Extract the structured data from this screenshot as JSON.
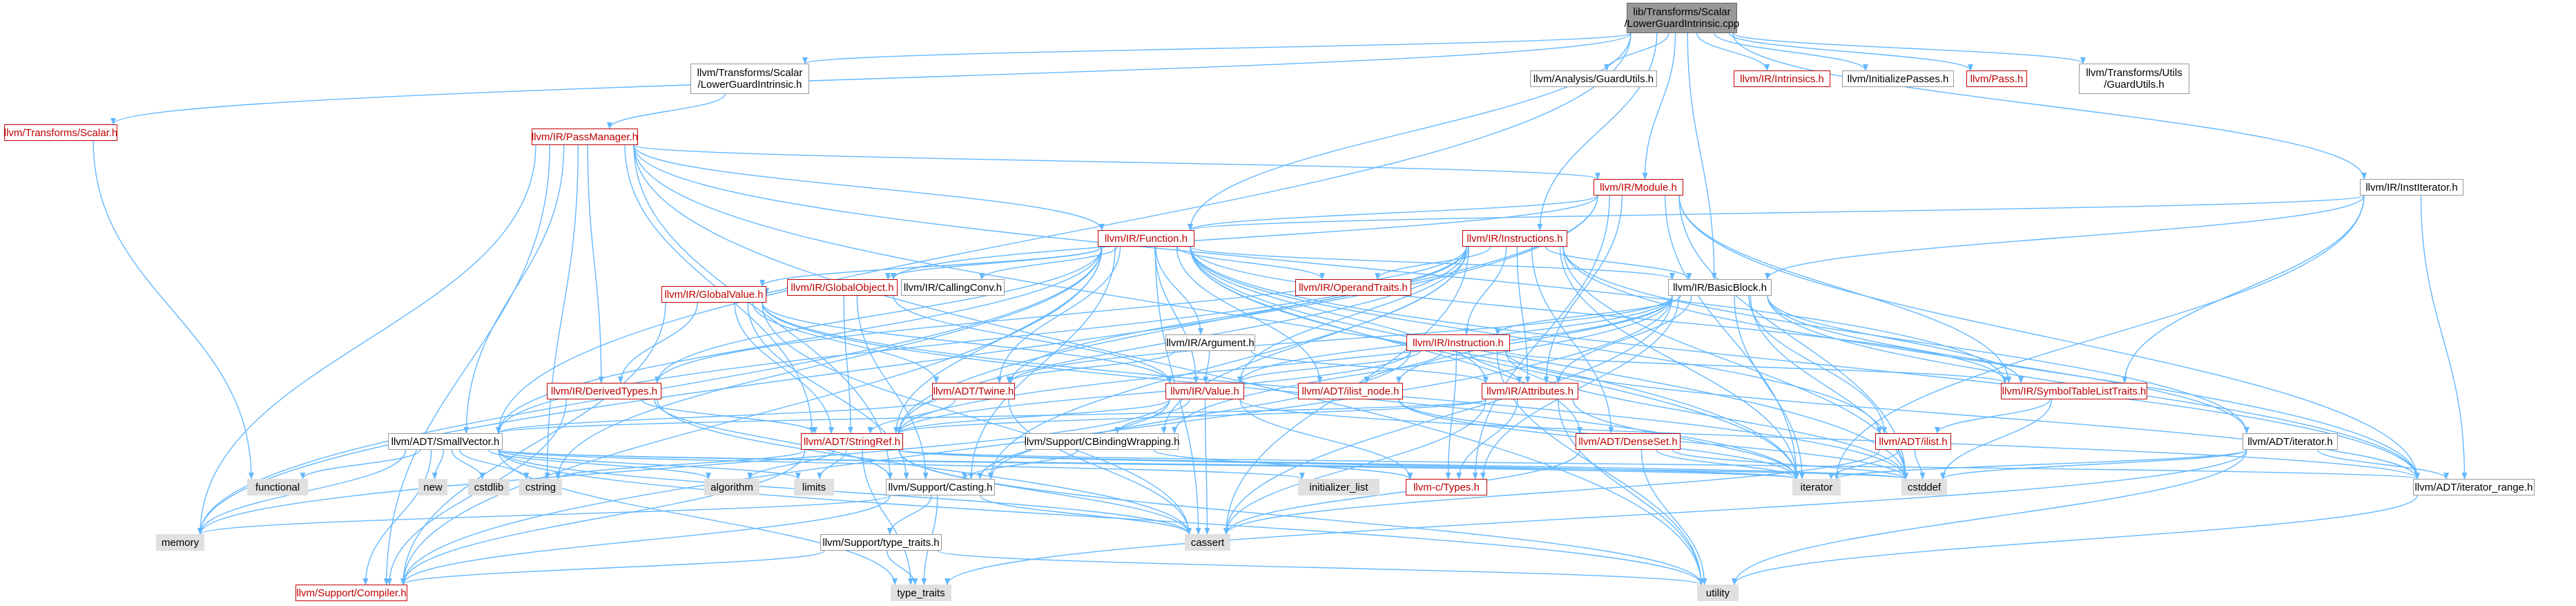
{
  "colors": {
    "edge": "#63b8ff",
    "linked_text": "#bf0000",
    "sys_fill": "#e0e0e0",
    "root_fill": "#999999",
    "border": "#999999"
  },
  "nodes": [
    {
      "id": "root",
      "label": "lib/Transforms/Scalar\n/LowerGuardIntrinsic.cpp",
      "kind": "root"
    },
    {
      "id": "scalar_lgi",
      "label": "llvm/Transforms/Scalar\n/LowerGuardIntrinsic.h",
      "kind": "plain"
    },
    {
      "id": "guardutils_a",
      "label": "llvm/Analysis/GuardUtils.h",
      "kind": "plain"
    },
    {
      "id": "intrinsics",
      "label": "llvm/IR/Intrinsics.h",
      "kind": "linked"
    },
    {
      "id": "initpasses",
      "label": "llvm/InitializePasses.h",
      "kind": "plain"
    },
    {
      "id": "pass",
      "label": "llvm/Pass.h",
      "kind": "linked"
    },
    {
      "id": "guardutils_t",
      "label": "llvm/Transforms/Utils\n/GuardUtils.h",
      "kind": "plain"
    },
    {
      "id": "tscalar",
      "label": "llvm/Transforms/Scalar.h",
      "kind": "linked"
    },
    {
      "id": "passmanager",
      "label": "llvm/IR/PassManager.h",
      "kind": "linked"
    },
    {
      "id": "module",
      "label": "llvm/IR/Module.h",
      "kind": "linked"
    },
    {
      "id": "institerator",
      "label": "llvm/IR/InstIterator.h",
      "kind": "plain"
    },
    {
      "id": "function",
      "label": "llvm/IR/Function.h",
      "kind": "linked"
    },
    {
      "id": "instructions",
      "label": "llvm/IR/Instructions.h",
      "kind": "linked"
    },
    {
      "id": "globalobject",
      "label": "llvm/IR/GlobalObject.h",
      "kind": "linked"
    },
    {
      "id": "callingconv",
      "label": "llvm/IR/CallingConv.h",
      "kind": "plain"
    },
    {
      "id": "operandtraits",
      "label": "llvm/IR/OperandTraits.h",
      "kind": "linked"
    },
    {
      "id": "basicblock",
      "label": "llvm/IR/BasicBlock.h",
      "kind": "plain"
    },
    {
      "id": "globalvalue",
      "label": "llvm/IR/GlobalValue.h",
      "kind": "linked"
    },
    {
      "id": "argument",
      "label": "llvm/IR/Argument.h",
      "kind": "plain"
    },
    {
      "id": "instruction",
      "label": "llvm/IR/Instruction.h",
      "kind": "linked"
    },
    {
      "id": "derivedtypes",
      "label": "llvm/IR/DerivedTypes.h",
      "kind": "linked"
    },
    {
      "id": "twine",
      "label": "llvm/ADT/Twine.h",
      "kind": "linked"
    },
    {
      "id": "value",
      "label": "llvm/IR/Value.h",
      "kind": "linked"
    },
    {
      "id": "listnode",
      "label": "llvm/ADT/ilist_node.h",
      "kind": "linked"
    },
    {
      "id": "attributes",
      "label": "llvm/IR/Attributes.h",
      "kind": "linked"
    },
    {
      "id": "symtab",
      "label": "llvm/IR/SymbolTableListTraits.h",
      "kind": "linked"
    },
    {
      "id": "smallvector",
      "label": "llvm/ADT/SmallVector.h",
      "kind": "plain"
    },
    {
      "id": "stringref",
      "label": "llvm/ADT/StringRef.h",
      "kind": "linked"
    },
    {
      "id": "cbinding",
      "label": "llvm/Support/CBindingWrapping.h",
      "kind": "plain"
    },
    {
      "id": "denseset",
      "label": "llvm/ADT/DenseSet.h",
      "kind": "linked"
    },
    {
      "id": "ilist",
      "label": "llvm/ADT/ilist.h",
      "kind": "linked"
    },
    {
      "id": "adtiterator",
      "label": "llvm/ADT/iterator.h",
      "kind": "plain"
    },
    {
      "id": "casting",
      "label": "llvm/Support/Casting.h",
      "kind": "plain"
    },
    {
      "id": "iterrange",
      "label": "llvm/ADT/iterator_range.h",
      "kind": "plain"
    },
    {
      "id": "ctypes",
      "label": "llvm-c/Types.h",
      "kind": "linked"
    },
    {
      "id": "typetraits",
      "label": "llvm/Support/type_traits.h",
      "kind": "plain"
    },
    {
      "id": "compiler",
      "label": "llvm/Support/Compiler.h",
      "kind": "linked"
    },
    {
      "id": "functional",
      "label": "functional",
      "kind": "sys"
    },
    {
      "id": "new",
      "label": "new",
      "kind": "sys"
    },
    {
      "id": "cstdlib",
      "label": "cstdlib",
      "kind": "sys"
    },
    {
      "id": "cstring",
      "label": "cstring",
      "kind": "sys"
    },
    {
      "id": "algorithm",
      "label": "algorithm",
      "kind": "sys"
    },
    {
      "id": "limits",
      "label": "limits",
      "kind": "sys"
    },
    {
      "id": "initlist",
      "label": "initializer_list",
      "kind": "sys"
    },
    {
      "id": "iterator",
      "label": "iterator",
      "kind": "sys"
    },
    {
      "id": "cstddef",
      "label": "cstddef",
      "kind": "sys"
    },
    {
      "id": "memory",
      "label": "memory",
      "kind": "sys"
    },
    {
      "id": "cassert",
      "label": "cassert",
      "kind": "sys"
    },
    {
      "id": "utility",
      "label": "utility",
      "kind": "sys"
    },
    {
      "id": "stdtypetraits",
      "label": "type_traits",
      "kind": "sys"
    }
  ],
  "edges": [
    [
      "root",
      "scalar_lgi"
    ],
    [
      "root",
      "guardutils_a"
    ],
    [
      "root",
      "intrinsics"
    ],
    [
      "root",
      "initpasses"
    ],
    [
      "root",
      "pass"
    ],
    [
      "root",
      "guardutils_t"
    ],
    [
      "root",
      "tscalar"
    ],
    [
      "root",
      "module"
    ],
    [
      "root",
      "institerator"
    ],
    [
      "root",
      "function"
    ],
    [
      "root",
      "instructions"
    ],
    [
      "root",
      "basicblock"
    ],
    [
      "root",
      "smallvector"
    ],
    [
      "scalar_lgi",
      "passmanager"
    ],
    [
      "tscalar",
      "functional"
    ],
    [
      "passmanager",
      "module"
    ],
    [
      "passmanager",
      "function"
    ],
    [
      "passmanager",
      "derivedtypes"
    ],
    [
      "passmanager",
      "smallvector"
    ],
    [
      "passmanager",
      "stringref"
    ],
    [
      "passmanager",
      "casting"
    ],
    [
      "passmanager",
      "compiler"
    ],
    [
      "passmanager",
      "memory"
    ],
    [
      "passmanager",
      "cstring"
    ],
    [
      "passmanager",
      "iterator"
    ],
    [
      "passmanager",
      "symtab"
    ],
    [
      "passmanager",
      "utility"
    ],
    [
      "module",
      "function"
    ],
    [
      "module",
      "attributes"
    ],
    [
      "module",
      "symtab"
    ],
    [
      "module",
      "iterrange"
    ],
    [
      "module",
      "stringref"
    ],
    [
      "module",
      "ctypes"
    ],
    [
      "module",
      "iterator"
    ],
    [
      "module",
      "cstddef"
    ],
    [
      "module",
      "memory"
    ],
    [
      "module",
      "globalobject"
    ],
    [
      "institerator",
      "basicblock"
    ],
    [
      "institerator",
      "function"
    ],
    [
      "institerator",
      "symtab"
    ],
    [
      "institerator",
      "iterrange"
    ],
    [
      "institerator",
      "iterator"
    ],
    [
      "function",
      "globalobject"
    ],
    [
      "function",
      "callingconv"
    ],
    [
      "function",
      "operandtraits"
    ],
    [
      "function",
      "basicblock"
    ],
    [
      "function",
      "argument"
    ],
    [
      "function",
      "twine"
    ],
    [
      "function",
      "value"
    ],
    [
      "function",
      "listnode"
    ],
    [
      "function",
      "attributes"
    ],
    [
      "function",
      "symtab"
    ],
    [
      "function",
      "derivedtypes"
    ],
    [
      "function",
      "smallvector"
    ],
    [
      "function",
      "stringref"
    ],
    [
      "function",
      "denseset"
    ],
    [
      "function",
      "ilist"
    ],
    [
      "function",
      "casting"
    ],
    [
      "function",
      "compiler"
    ],
    [
      "function",
      "iterrange"
    ],
    [
      "function",
      "cassert"
    ],
    [
      "function",
      "cstddef"
    ],
    [
      "function",
      "memory"
    ],
    [
      "function",
      "cstring"
    ],
    [
      "function",
      "iterator"
    ],
    [
      "function",
      "globalvalue"
    ],
    [
      "instructions",
      "basicblock"
    ],
    [
      "instructions",
      "operandtraits"
    ],
    [
      "instructions",
      "instruction"
    ],
    [
      "instructions",
      "attributes"
    ],
    [
      "instructions",
      "derivedtypes"
    ],
    [
      "instructions",
      "twine"
    ],
    [
      "instructions",
      "value"
    ],
    [
      "instructions",
      "stringref"
    ],
    [
      "instructions",
      "casting"
    ],
    [
      "instructions",
      "iterrange"
    ],
    [
      "instructions",
      "cassert"
    ],
    [
      "instructions",
      "cstddef"
    ],
    [
      "instructions",
      "iterator"
    ],
    [
      "instructions",
      "smallvector"
    ],
    [
      "instructions",
      "adtiterator"
    ],
    [
      "instructions",
      "cbinding"
    ],
    [
      "instructions",
      "denseset"
    ],
    [
      "globalobject",
      "globalvalue"
    ],
    [
      "globalobject",
      "value"
    ],
    [
      "globalobject",
      "stringref"
    ],
    [
      "globalobject",
      "casting"
    ],
    [
      "basicblock",
      "instruction"
    ],
    [
      "basicblock",
      "symtab"
    ],
    [
      "basicblock",
      "value"
    ],
    [
      "basicblock",
      "ilist"
    ],
    [
      "basicblock",
      "twine"
    ],
    [
      "basicblock",
      "listnode"
    ],
    [
      "basicblock",
      "adtiterator"
    ],
    [
      "basicblock",
      "iterrange"
    ],
    [
      "basicblock",
      "cbinding"
    ],
    [
      "basicblock",
      "compiler"
    ],
    [
      "basicblock",
      "ctypes"
    ],
    [
      "basicblock",
      "cassert"
    ],
    [
      "basicblock",
      "cstddef"
    ],
    [
      "basicblock",
      "iterator"
    ],
    [
      "basicblock",
      "attributes"
    ],
    [
      "basicblock",
      "stringref"
    ],
    [
      "globalvalue",
      "derivedtypes"
    ],
    [
      "globalvalue",
      "value"
    ],
    [
      "globalvalue",
      "twine"
    ],
    [
      "globalvalue",
      "stringref"
    ],
    [
      "globalvalue",
      "casting"
    ],
    [
      "globalvalue",
      "compiler"
    ],
    [
      "globalvalue",
      "cassert"
    ],
    [
      "globalvalue",
      "cstddef"
    ],
    [
      "globalvalue",
      "iterator"
    ],
    [
      "argument",
      "value"
    ],
    [
      "argument",
      "twine"
    ],
    [
      "argument",
      "attributes"
    ],
    [
      "instruction",
      "listnode"
    ],
    [
      "instruction",
      "symtab"
    ],
    [
      "instruction",
      "value"
    ],
    [
      "instruction",
      "attributes"
    ],
    [
      "instruction",
      "iterrange"
    ],
    [
      "instruction",
      "ctypes"
    ],
    [
      "instruction",
      "casting"
    ],
    [
      "instruction",
      "cstddef"
    ],
    [
      "instruction",
      "utility"
    ],
    [
      "instruction",
      "stringref"
    ],
    [
      "derivedtypes",
      "stringref"
    ],
    [
      "derivedtypes",
      "casting"
    ],
    [
      "derivedtypes",
      "compiler"
    ],
    [
      "derivedtypes",
      "cassert"
    ],
    [
      "twine",
      "smallvector"
    ],
    [
      "twine",
      "stringref"
    ],
    [
      "twine",
      "cassert"
    ],
    [
      "twine",
      "cstdint_none"
    ],
    [
      "value",
      "stringref"
    ],
    [
      "value",
      "cbinding"
    ],
    [
      "value",
      "casting"
    ],
    [
      "value",
      "ctypes"
    ],
    [
      "value",
      "cassert"
    ],
    [
      "value",
      "iterrange"
    ],
    [
      "value",
      "memory"
    ],
    [
      "listnode",
      "iterator"
    ],
    [
      "listnode",
      "cstddef"
    ],
    [
      "attributes",
      "stringref"
    ],
    [
      "attributes",
      "ctypes"
    ],
    [
      "attributes",
      "cassert"
    ],
    [
      "attributes",
      "utility"
    ],
    [
      "attributes",
      "iterator"
    ],
    [
      "attributes",
      "smallvector"
    ],
    [
      "symtab",
      "ilist"
    ],
    [
      "symtab",
      "cstddef"
    ],
    [
      "smallvector",
      "compiler"
    ],
    [
      "smallvector",
      "type_traits_none"
    ],
    [
      "smallvector",
      "algorithm"
    ],
    [
      "smallvector",
      "cassert"
    ],
    [
      "smallvector",
      "cstddef"
    ],
    [
      "smallvector",
      "cstdlib"
    ],
    [
      "smallvector",
      "cstring"
    ],
    [
      "smallvector",
      "functional"
    ],
    [
      "smallvector",
      "initlist"
    ],
    [
      "smallvector",
      "iterator"
    ],
    [
      "smallvector",
      "limits"
    ],
    [
      "smallvector",
      "memory"
    ],
    [
      "smallvector",
      "new"
    ],
    [
      "smallvector",
      "stdtypetraits"
    ],
    [
      "smallvector",
      "utility"
    ],
    [
      "stringref",
      "compiler"
    ],
    [
      "stringref",
      "iterrange"
    ],
    [
      "stringref",
      "algorithm"
    ],
    [
      "stringref",
      "cassert"
    ],
    [
      "stringref",
      "cstddef"
    ],
    [
      "stringref",
      "cstring"
    ],
    [
      "stringref",
      "limits"
    ],
    [
      "stringref",
      "stdtypetraits"
    ],
    [
      "stringref",
      "utility"
    ],
    [
      "stringref",
      "iterator"
    ],
    [
      "cbinding",
      "ctypes"
    ],
    [
      "cbinding",
      "casting"
    ],
    [
      "denseset",
      "iterator"
    ],
    [
      "denseset",
      "cstddef"
    ],
    [
      "denseset",
      "utility"
    ],
    [
      "denseset",
      "cassert"
    ],
    [
      "ilist",
      "iterator"
    ],
    [
      "ilist",
      "cassert"
    ],
    [
      "ilist",
      "cstddef"
    ],
    [
      "adtiterator",
      "iterrange"
    ],
    [
      "adtiterator",
      "cstddef"
    ],
    [
      "adtiterator",
      "iterator"
    ],
    [
      "adtiterator",
      "stdtypetraits"
    ],
    [
      "adtiterator",
      "utility"
    ],
    [
      "casting",
      "typetraits"
    ],
    [
      "casting",
      "compiler"
    ],
    [
      "casting",
      "cassert"
    ],
    [
      "casting",
      "memory"
    ],
    [
      "casting",
      "stdtypetraits"
    ],
    [
      "iterrange",
      "utility"
    ],
    [
      "typetraits",
      "compiler"
    ],
    [
      "typetraits",
      "stdtypetraits"
    ],
    [
      "typetraits",
      "utility"
    ]
  ]
}
